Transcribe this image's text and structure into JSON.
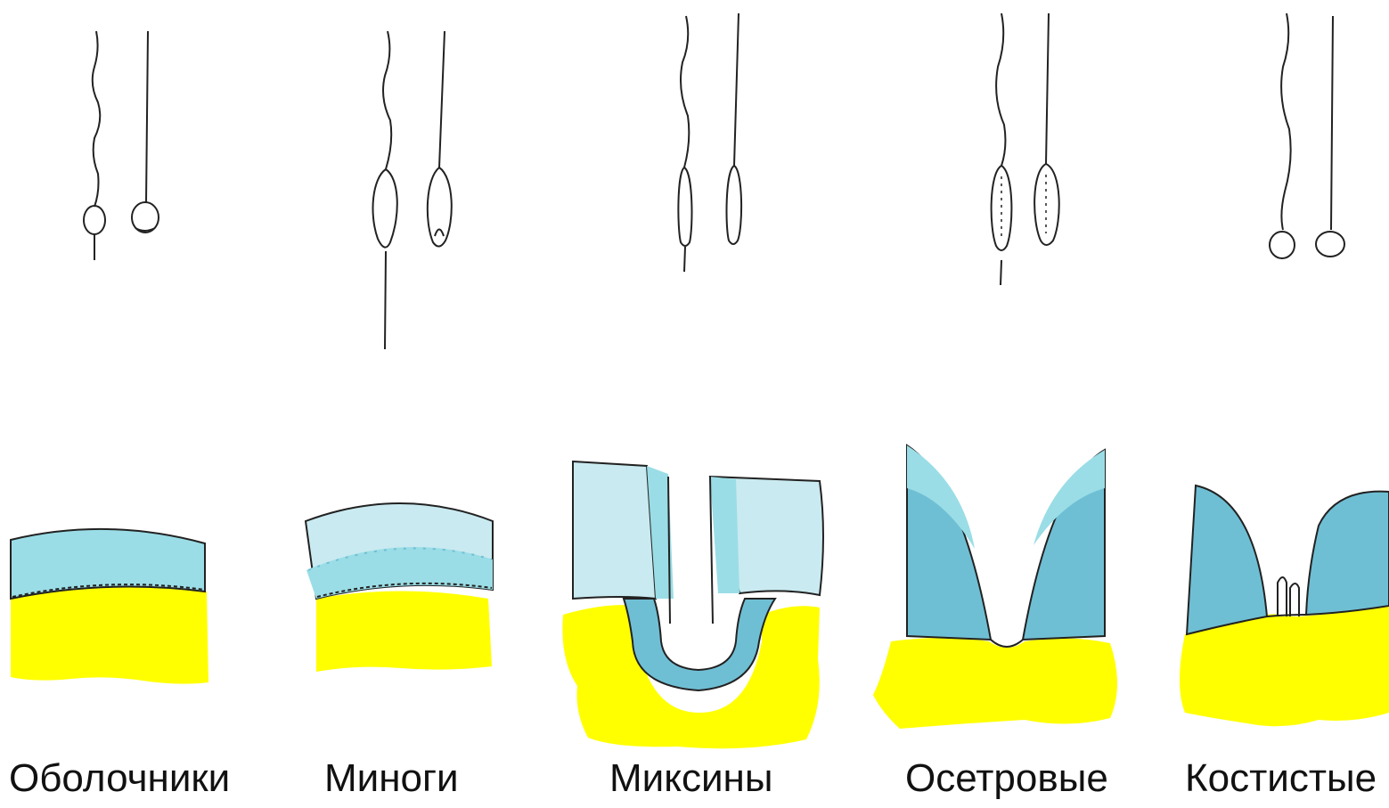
{
  "groups": [
    {
      "id": "tunicates",
      "label": "Оболочники"
    },
    {
      "id": "lampreys",
      "label": "Миноги"
    },
    {
      "id": "hagfishes",
      "label": "Миксины"
    },
    {
      "id": "sturgeons",
      "label": "Осетровые"
    },
    {
      "id": "teleosts",
      "label": "Костистые"
    }
  ],
  "colors": {
    "yolk": "#ffff00",
    "outer_layer_light": "#c9eaf0",
    "outer_layer_mid": "#9adde6",
    "inner_layer_dark": "#6fbfd4",
    "outline": "#222222"
  }
}
